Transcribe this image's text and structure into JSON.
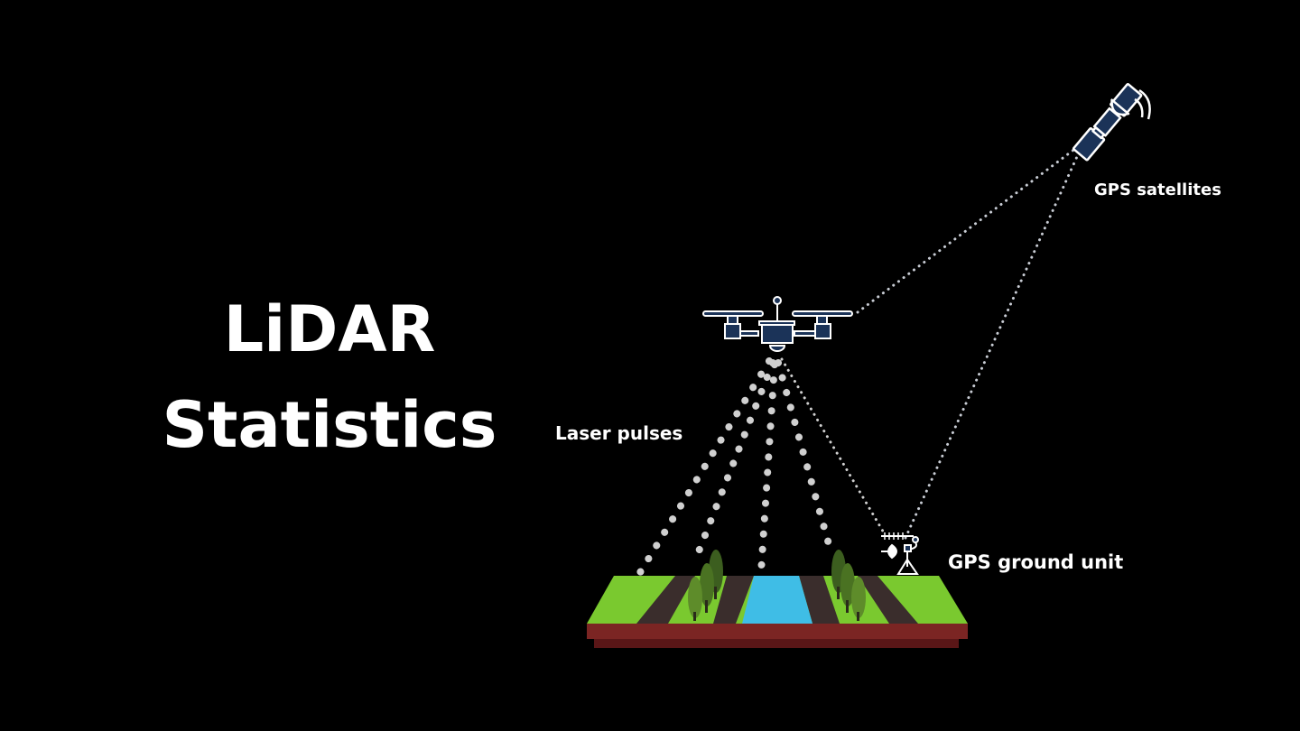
{
  "title": {
    "line1": "LiDAR",
    "line2": "Statistics"
  },
  "diagram": {
    "labels": {
      "gps_satellites": "GPS satellites",
      "laser_pulses": "Laser pulses",
      "gps_ground_unit": "GPS ground unit"
    },
    "colors": {
      "background": "#000000",
      "icon_fill": "#1b3358",
      "icon_stroke": "#ffffff",
      "grass": "#7ac92f",
      "road": "#3a2d2c",
      "water": "#3fbde6",
      "soil_top": "#7b2523",
      "soil_bottom": "#5a1617",
      "tree_light": "#5e8c2a",
      "tree_dark": "#3c5e1f",
      "pulse_dots": "#d0d0d0"
    },
    "icons": [
      "satellite-icon",
      "drone-icon",
      "ground-unit-icon",
      "tree-icon"
    ]
  }
}
